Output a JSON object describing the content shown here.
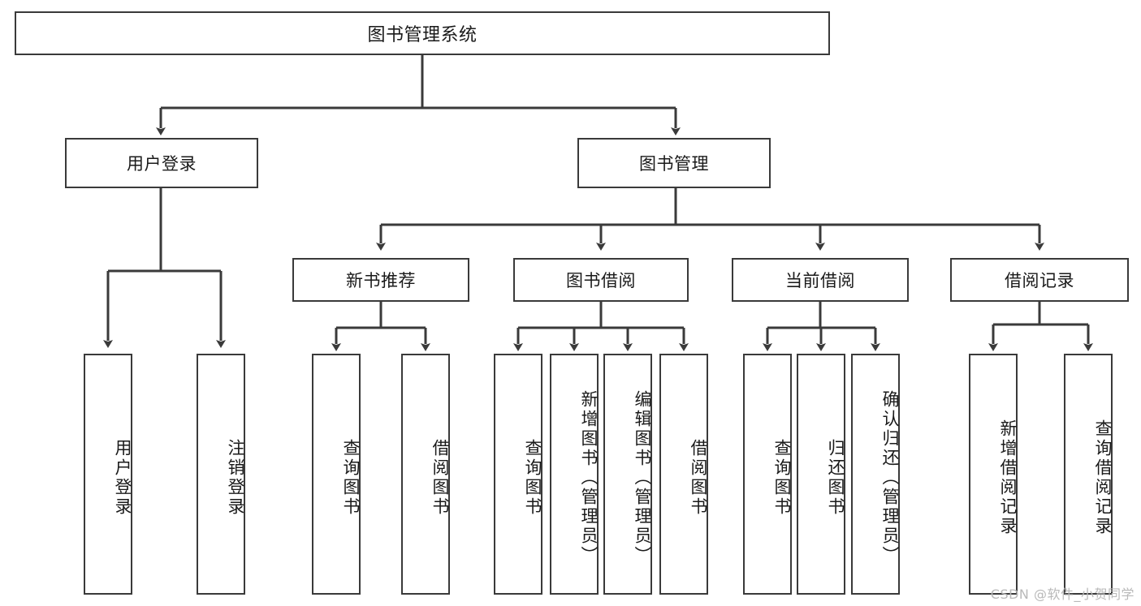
{
  "diagram": {
    "title": "图书管理系统",
    "watermark": "CSDN @软件_小贺同学",
    "root": {
      "label": "图书管理系统"
    },
    "level2": [
      {
        "id": "user-login",
        "label": "用户登录"
      },
      {
        "id": "book-management",
        "label": "图书管理"
      }
    ],
    "level3": [
      {
        "id": "new-book-recommend",
        "label": "新书推荐"
      },
      {
        "id": "book-borrow",
        "label": "图书借阅"
      },
      {
        "id": "current-borrow",
        "label": "当前借阅"
      },
      {
        "id": "borrow-record",
        "label": "借阅记录"
      }
    ],
    "leaves": {
      "user_login": [
        {
          "id": "leaf-user-login",
          "label": "用户登录"
        },
        {
          "id": "leaf-logout-login",
          "label": "注销登录"
        }
      ],
      "new_book_recommend": [
        {
          "id": "leaf-query-book-1",
          "label": "查询图书"
        },
        {
          "id": "leaf-borrow-book-1",
          "label": "借阅图书"
        }
      ],
      "book_borrow": [
        {
          "id": "leaf-query-book-2",
          "label": "查询图书"
        },
        {
          "id": "leaf-add-book-admin",
          "label": "新增图书（管理员）"
        },
        {
          "id": "leaf-edit-book-admin",
          "label": "编辑图书（管理员）"
        },
        {
          "id": "leaf-borrow-book-2",
          "label": "借阅图书"
        }
      ],
      "current_borrow": [
        {
          "id": "leaf-query-book-3",
          "label": "查询图书"
        },
        {
          "id": "leaf-return-book",
          "label": "归还图书"
        },
        {
          "id": "leaf-confirm-return-admin",
          "label": "确认归还（管理员）"
        }
      ],
      "borrow_record": [
        {
          "id": "leaf-add-borrow-record",
          "label": "新增借阅记录"
        },
        {
          "id": "leaf-query-borrow-record",
          "label": "查询借阅记录"
        }
      ]
    },
    "colors": {
      "stroke": "#3a3a3a",
      "background": "#ffffff",
      "text": "#1a1a1a",
      "watermark": "#b9b9b9"
    }
  }
}
